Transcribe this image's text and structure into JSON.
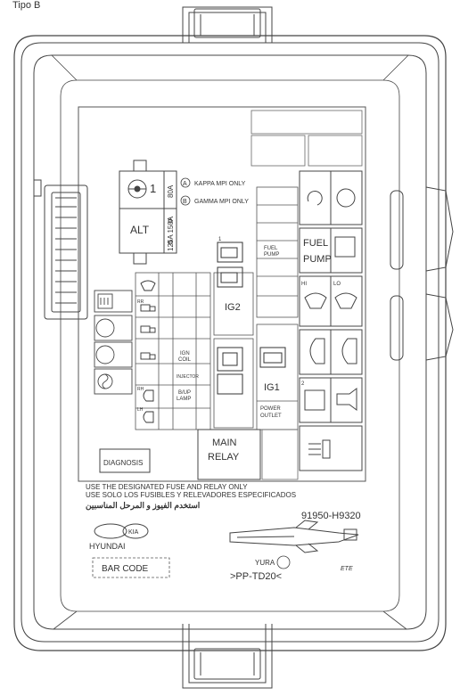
{
  "header": {
    "label": "Tipo B"
  },
  "fuse_box": {
    "kappa_note": "KAPPA MPI ONLY",
    "gamma_note": "GAMMA MPI ONLY",
    "marker_a": "A",
    "marker_b": "B",
    "alt_fuse": {
      "label": "ALT",
      "number": "1",
      "rating_a": "80A",
      "rating_b": "125A 150A"
    },
    "relays": {
      "fuel_pump": "FUEL\nPUMP",
      "ig2": "IG2",
      "ig1": "IG1",
      "main_relay": "MAIN\nRELAY",
      "power_outlet": "POWER\nOUTLET",
      "fuel_pump_small": "FUEL\nPUMP"
    },
    "fuse_labels": {
      "ign_coil": "IGN\nCOIL",
      "injector": "INJECTOR",
      "bup_lamp": "B/UP\nLAMP",
      "rr": "RR",
      "lh": "LH",
      "rh": "RH",
      "hi": "HI",
      "lo": "LO",
      "f1": "1",
      "f2": "2"
    },
    "diagnosis": "DIAGNOSIS",
    "warning_en": "USE THE DESIGNATED FUSE AND RELAY ONLY",
    "warning_es": "USE SOLO LOS FUSIBLES Y RELEVADORES ESPECIFICADOS",
    "warning_ar": "استخدم الفيوز و المرحل المناسبين",
    "part_number": "91950-H9320",
    "brand_hyundai": "HYUNDAI",
    "brand_kia": "KIA",
    "barcode": "BAR CODE",
    "supplier": "YURA",
    "material": ">PP-TD20<",
    "ete_mark": "ETE"
  },
  "colors": {
    "line": "#333333",
    "light": "#888888",
    "fill": "#f4f4f4"
  }
}
